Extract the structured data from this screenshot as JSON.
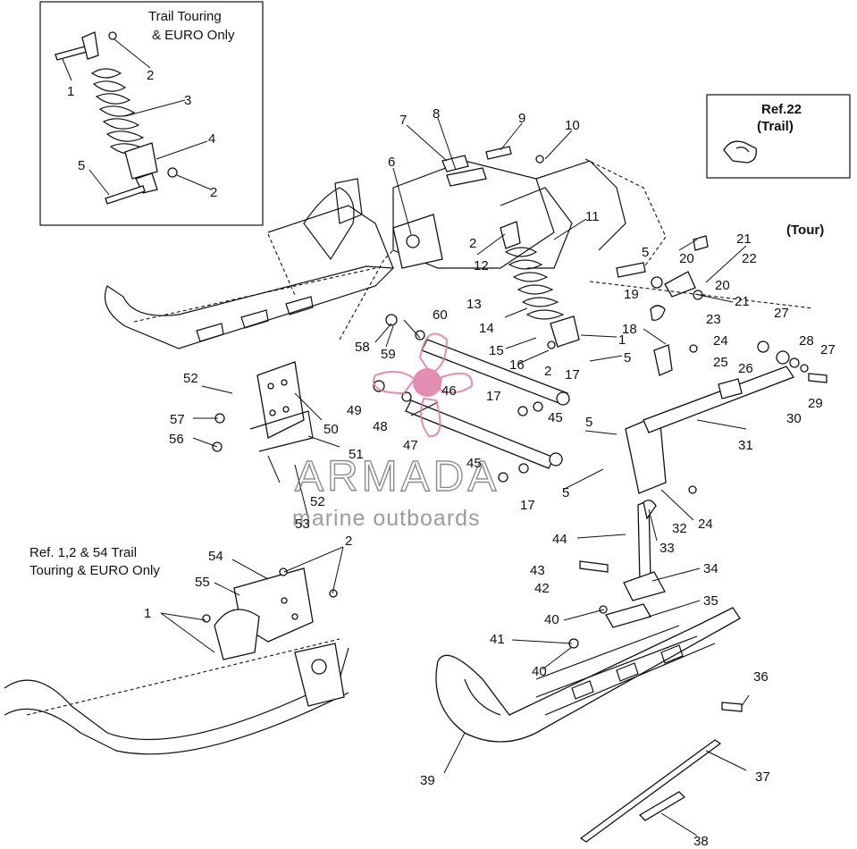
{
  "inset_top": {
    "caption_line1": "Trail Touring",
    "caption_line2": "& EURO Only"
  },
  "inset_ref22": {
    "label_line1": "Ref.22",
    "label_line2": "(Trail)"
  },
  "tour_label": "(Tour)",
  "bottom_note": {
    "line1": "Ref. 1,2 & 54 Trail",
    "line2": "Touring & EURO Only"
  },
  "watermark": {
    "brand": "ARMADA",
    "tagline": "marine outboards",
    "color": "#e07aa6"
  },
  "callouts": [
    {
      "id": "c1a",
      "text": "1"
    },
    {
      "id": "c2a",
      "text": "2"
    },
    {
      "id": "c3",
      "text": "3"
    },
    {
      "id": "c4",
      "text": "4"
    },
    {
      "id": "c5a",
      "text": "5"
    },
    {
      "id": "c2b",
      "text": "2"
    },
    {
      "id": "c6",
      "text": "6"
    },
    {
      "id": "c7",
      "text": "7"
    },
    {
      "id": "c8",
      "text": "8"
    },
    {
      "id": "c9",
      "text": "9"
    },
    {
      "id": "c10",
      "text": "10"
    },
    {
      "id": "c11",
      "text": "11"
    },
    {
      "id": "c2c",
      "text": "2"
    },
    {
      "id": "c12",
      "text": "12"
    },
    {
      "id": "c13",
      "text": "13"
    },
    {
      "id": "c14",
      "text": "14"
    },
    {
      "id": "c15",
      "text": "15"
    },
    {
      "id": "c16",
      "text": "16"
    },
    {
      "id": "c2d",
      "text": "2"
    },
    {
      "id": "c1b",
      "text": "1"
    },
    {
      "id": "c5b",
      "text": "5"
    },
    {
      "id": "c17a",
      "text": "17"
    },
    {
      "id": "c17b",
      "text": "17"
    },
    {
      "id": "c45a",
      "text": "45"
    },
    {
      "id": "c46",
      "text": "46"
    },
    {
      "id": "c60",
      "text": "60"
    },
    {
      "id": "c59",
      "text": "59"
    },
    {
      "id": "c58",
      "text": "58"
    },
    {
      "id": "c52a",
      "text": "52"
    },
    {
      "id": "c57",
      "text": "57"
    },
    {
      "id": "c49",
      "text": "49"
    },
    {
      "id": "c48",
      "text": "48"
    },
    {
      "id": "c50",
      "text": "50"
    },
    {
      "id": "c56",
      "text": "56"
    },
    {
      "id": "c51",
      "text": "51"
    },
    {
      "id": "c47",
      "text": "47"
    },
    {
      "id": "c45b",
      "text": "45"
    },
    {
      "id": "c17c",
      "text": "17"
    },
    {
      "id": "c52b",
      "text": "52"
    },
    {
      "id": "c53",
      "text": "53"
    },
    {
      "id": "c5c",
      "text": "5"
    },
    {
      "id": "c5d",
      "text": "5"
    },
    {
      "id": "c5e",
      "text": "5"
    },
    {
      "id": "c21a",
      "text": "21"
    },
    {
      "id": "c20a",
      "text": "20"
    },
    {
      "id": "c22",
      "text": "22"
    },
    {
      "id": "c20b",
      "text": "20"
    },
    {
      "id": "c21b",
      "text": "21"
    },
    {
      "id": "c19",
      "text": "19"
    },
    {
      "id": "c23",
      "text": "23"
    },
    {
      "id": "c18",
      "text": "18"
    },
    {
      "id": "c24a",
      "text": "24"
    },
    {
      "id": "c27a",
      "text": "27"
    },
    {
      "id": "c28",
      "text": "28"
    },
    {
      "id": "c27b",
      "text": "27"
    },
    {
      "id": "c26",
      "text": "26"
    },
    {
      "id": "c25",
      "text": "25"
    },
    {
      "id": "c29",
      "text": "29"
    },
    {
      "id": "c30",
      "text": "30"
    },
    {
      "id": "c31",
      "text": "31"
    },
    {
      "id": "c32",
      "text": "32"
    },
    {
      "id": "c24b",
      "text": "24"
    },
    {
      "id": "c33",
      "text": "33"
    },
    {
      "id": "c44",
      "text": "44"
    },
    {
      "id": "c43",
      "text": "43"
    },
    {
      "id": "c42",
      "text": "42"
    },
    {
      "id": "c34",
      "text": "34"
    },
    {
      "id": "c35",
      "text": "35"
    },
    {
      "id": "c40a",
      "text": "40"
    },
    {
      "id": "c41",
      "text": "41"
    },
    {
      "id": "c40b",
      "text": "40"
    },
    {
      "id": "c36",
      "text": "36"
    },
    {
      "id": "c39",
      "text": "39"
    },
    {
      "id": "c37",
      "text": "37"
    },
    {
      "id": "c38",
      "text": "38"
    },
    {
      "id": "c54",
      "text": "54"
    },
    {
      "id": "c55",
      "text": "55"
    },
    {
      "id": "c2e",
      "text": "2"
    },
    {
      "id": "c1c",
      "text": "1"
    }
  ]
}
